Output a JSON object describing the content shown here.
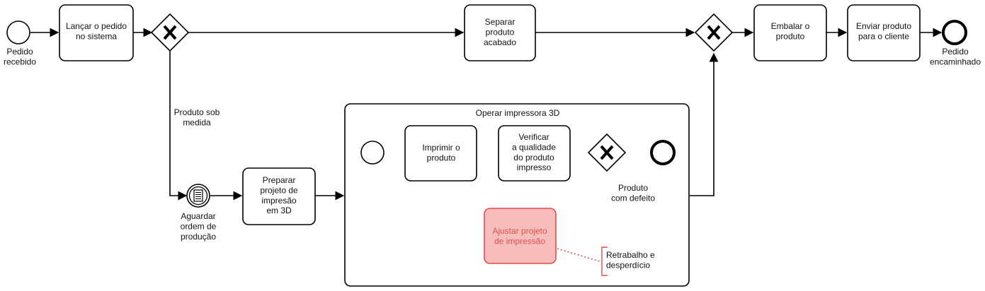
{
  "events": {
    "start": "Pedido\nrecebido",
    "end": "Pedido\nencaminhado",
    "wait": "Aguardar\nordem de\nprodução"
  },
  "tasks": {
    "lancar": "Lançar o pedido\nno sistema",
    "separar": "Separar\nproduto\nacabado",
    "embalar": "Embalar o\nproduto",
    "enviar": "Enviar produto\npara o cliente",
    "preparar": "Preparar\nprojeto de\nimpresão\nem 3D",
    "imprimir": "Imprimir o\nproduto",
    "verificar": "Verificar\na qualidade\ndo produto\nimpresso",
    "ajustar": "Ajustar projeto\nde impressão"
  },
  "subprocess": {
    "title": "Operar impressora 3D"
  },
  "flow_labels": {
    "sob_medida": "Produto sob\nmedida",
    "defeito": "Produto\ncom defeito"
  },
  "annotation": "Retrabalho e\ndesperdício",
  "colors": {
    "highlight_fill": "#f7bcbc",
    "highlight_stroke": "#e04b4b",
    "highlight_text": "#d9534f"
  }
}
